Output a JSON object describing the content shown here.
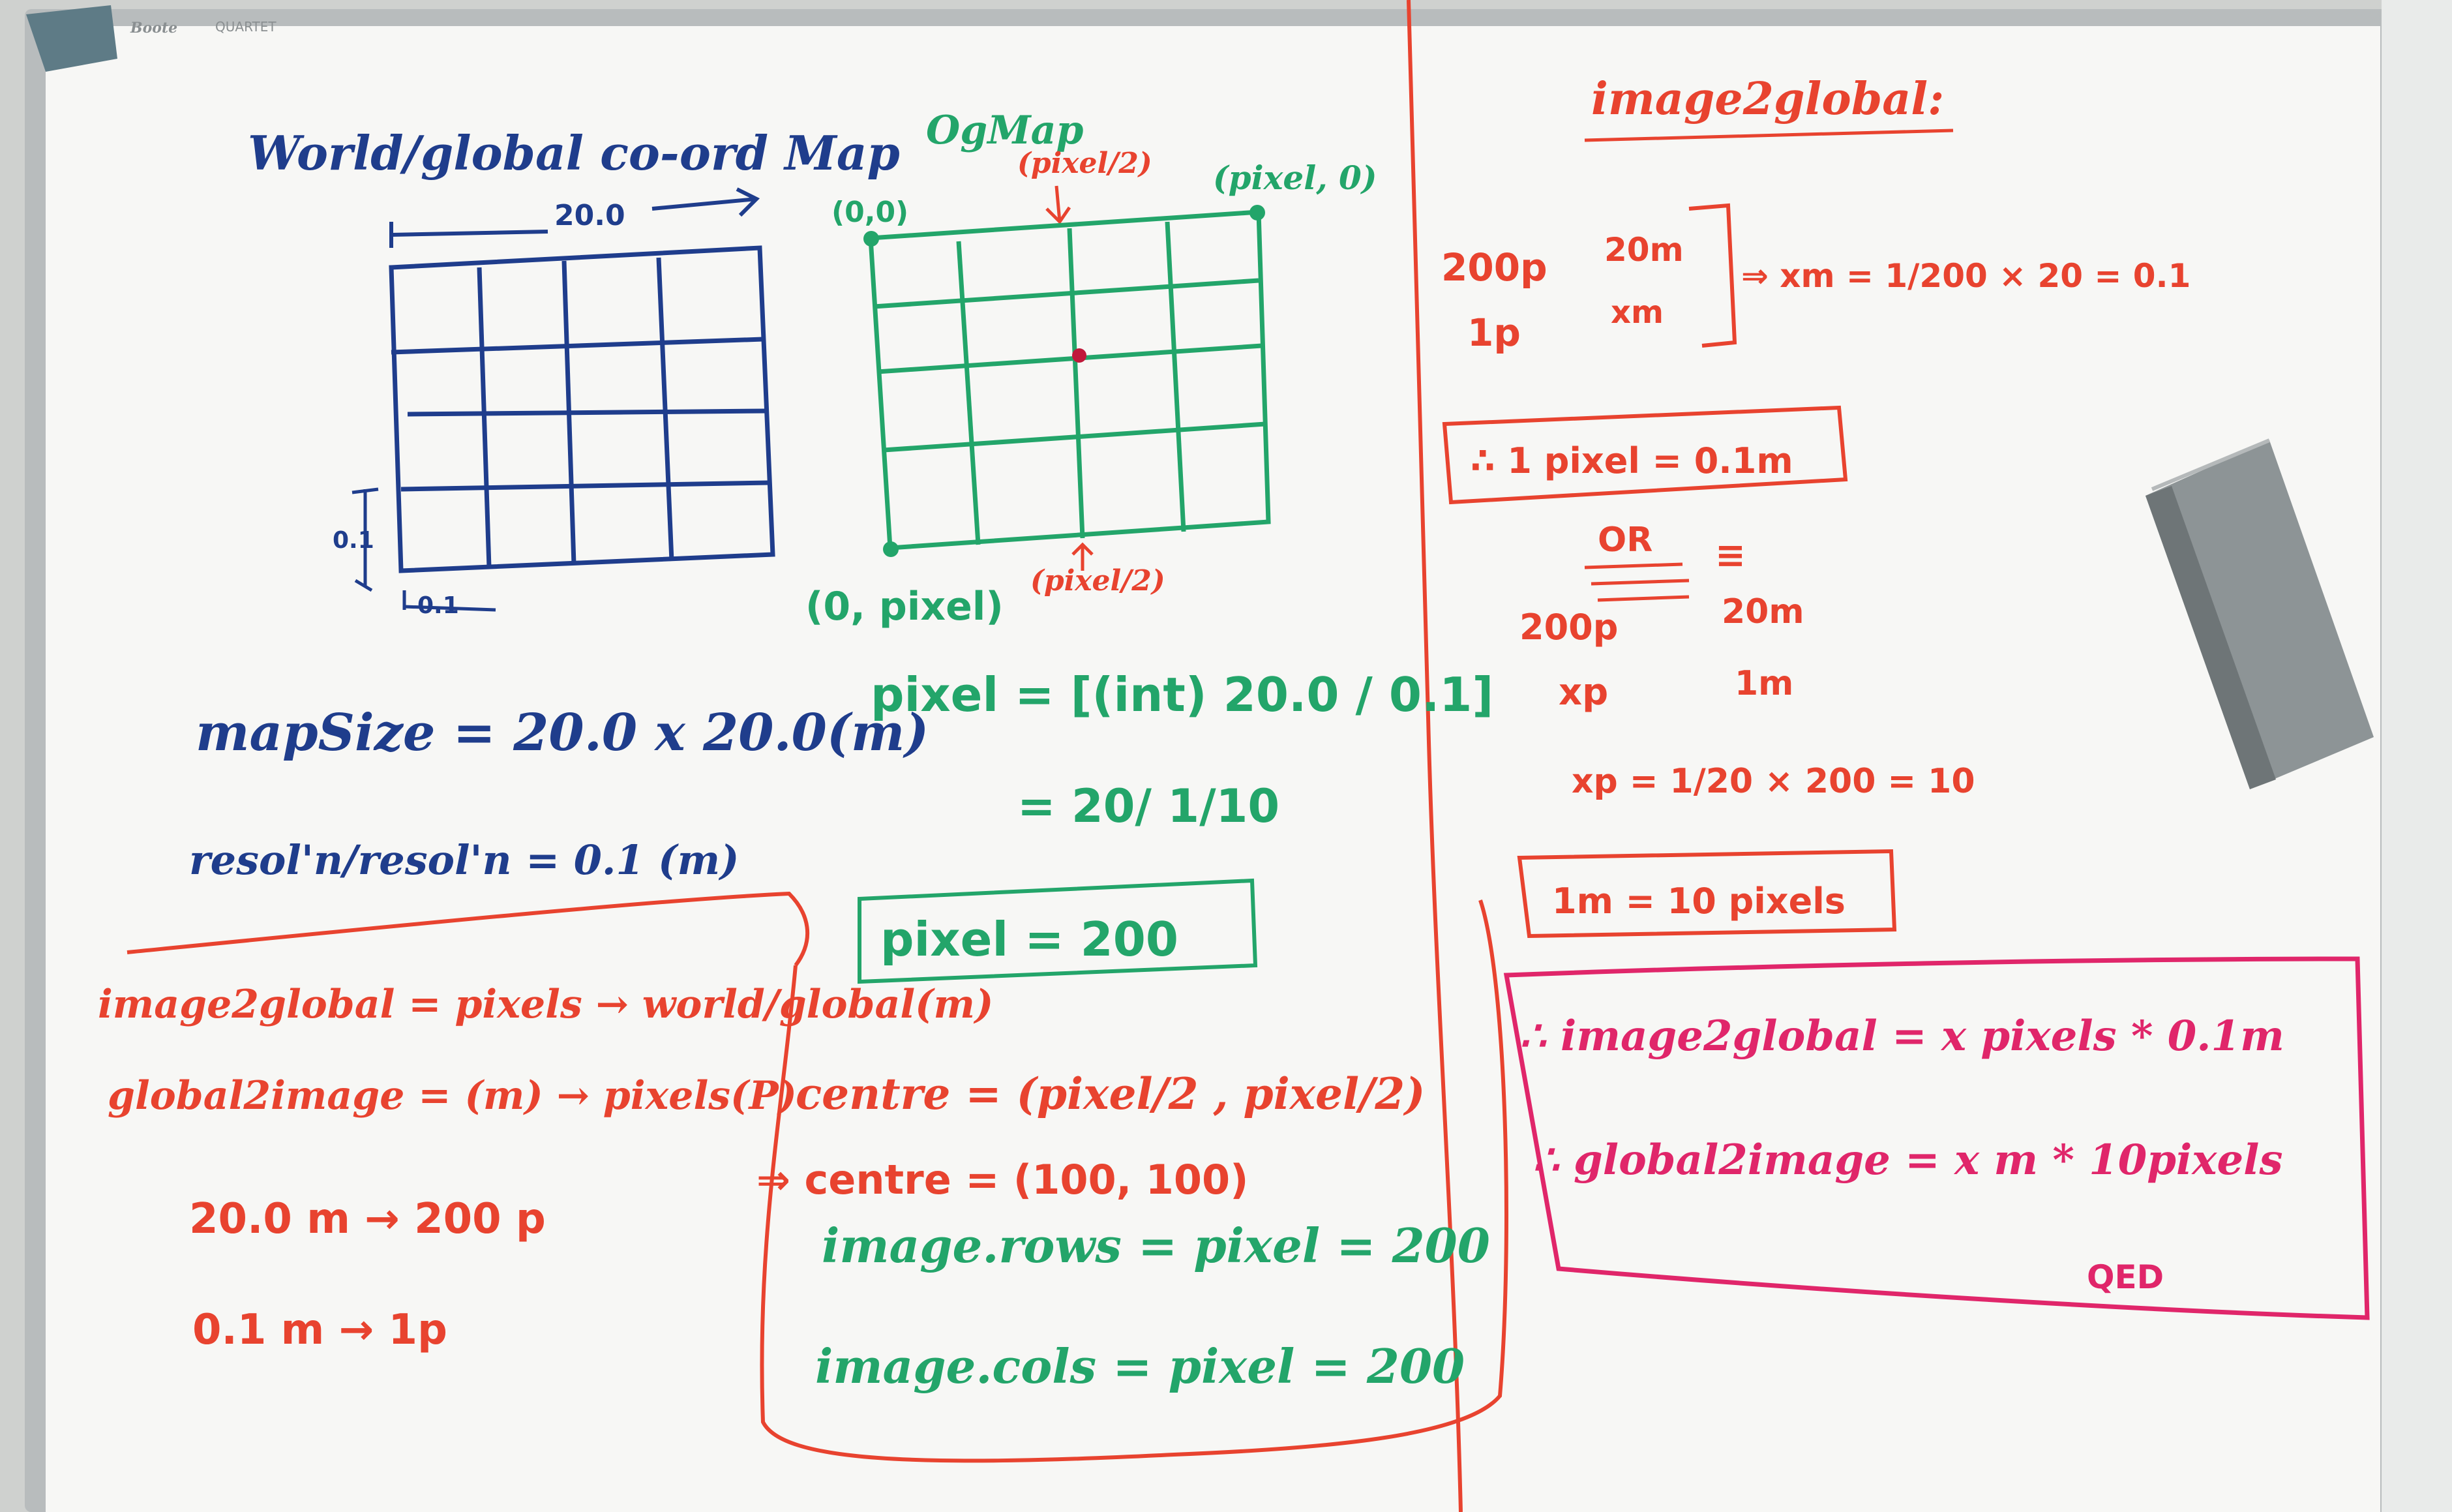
{
  "frame": {
    "brand_left": "Boote",
    "brand_right": "QUARTET"
  },
  "colors": {
    "blue": "#1f3d8c",
    "green": "#23a56a",
    "red": "#e8432f",
    "pink": "#e0266a",
    "board": "#f7f7f5",
    "eraser": "#8d9496"
  },
  "world_map": {
    "title": "World/global co-ord Map",
    "width_label": "20.0",
    "cell_height_label": "0.1",
    "cell_width_label": "0.1",
    "map_size": "mapSize = 20.0 x 20.0(m)",
    "resolution": "resol'n/resol'n = 0.1 (m)"
  },
  "ogmap": {
    "title": "OgMap",
    "top_mid": "(pixel/2)",
    "top_left": "(0,0)",
    "top_right": "(pixel, 0)",
    "bottom_left": "(0, pixel)",
    "bottom_mid": "(pixel/2)",
    "pixel_formula": "pixel = [(int) 20.0 / 0.1]",
    "pixel_step": "= 20/ 1/10",
    "pixel_result": "pixel = 200"
  },
  "definitions": {
    "line1": "image2global = pixels → world/global(m)",
    "line2": "global2image = (m) → pixels(P)",
    "line3": "20.0 m → 200 p",
    "line4": "0.1 m → 1p"
  },
  "centre_box": {
    "line1": "centre = (pixel/2 , pixel/2)",
    "line2": "⇒ centre = (100, 100)",
    "line3": "image.rows = pixel = 200",
    "line4": "image.cols = pixel = 200"
  },
  "right_column": {
    "title": "image2global:",
    "ratio_a1": "200p",
    "ratio_a2": "20m",
    "ratio_b1": "1p",
    "ratio_b2": "xm",
    "ratio_result": "⇒  xm = 1/200 × 20 = 0.1",
    "boxed1": "∴ 1 pixel = 0.1m",
    "or_label": "OR",
    "equiv": "≡",
    "ratio_c1": "200p",
    "ratio_c2": "20m",
    "ratio_d1": "xp",
    "ratio_d2": "1m",
    "ratio_result2": "xp = 1/20 × 200 = 10",
    "boxed2": "1m = 10 pixels"
  },
  "summary_box": {
    "line1": "∴ image2global = x pixels * 0.1m",
    "line2": "∴ global2image = x m * 10pixels",
    "qed": "QED"
  }
}
